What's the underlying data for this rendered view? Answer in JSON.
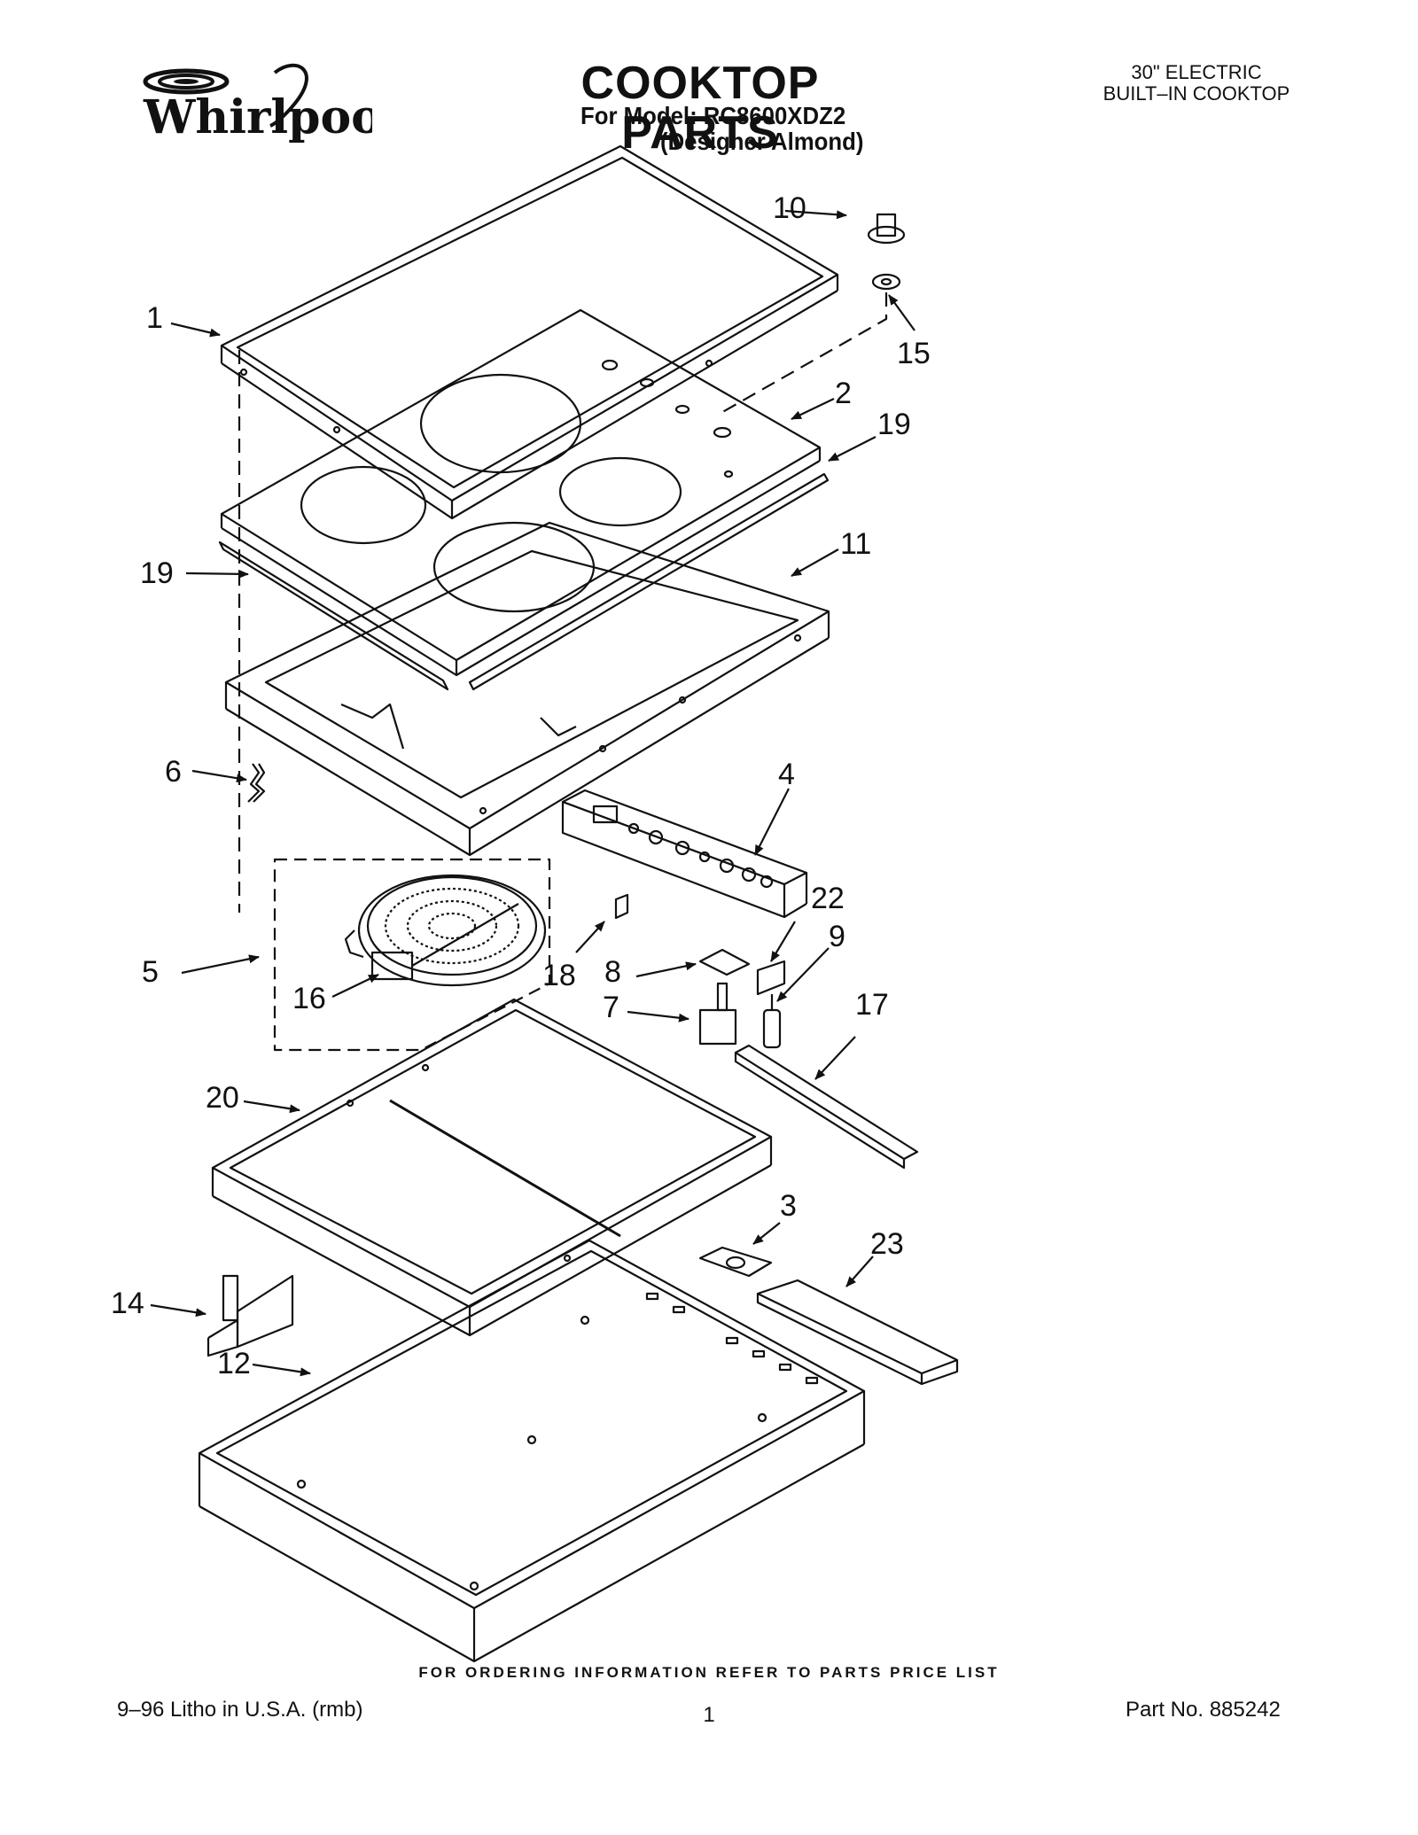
{
  "header": {
    "brand": "Whirlpool",
    "title": "COOKTOP PARTS",
    "model_line": "For Model: RC8600XDZ2",
    "variant_line": "(Designer Almond)",
    "product_line1": "30\" ELECTRIC",
    "product_line2": "BUILT–IN COOKTOP"
  },
  "callouts": {
    "c1": "1",
    "c2": "2",
    "c3": "3",
    "c4": "4",
    "c5": "5",
    "c6": "6",
    "c7": "7",
    "c8": "8",
    "c9": "9",
    "c10": "10",
    "c11": "11",
    "c12": "12",
    "c14": "14",
    "c15": "15",
    "c16": "16",
    "c17": "17",
    "c18": "18",
    "c19a": "19",
    "c19b": "19",
    "c20": "20",
    "c22": "22",
    "c23": "23"
  },
  "footer": {
    "ordering_info": "FOR ORDERING INFORMATION REFER TO PARTS PRICE LIST",
    "litho": "9–96 Litho in U.S.A. (rmb)",
    "page_number": "1",
    "part_number": "Part No. 885242"
  }
}
